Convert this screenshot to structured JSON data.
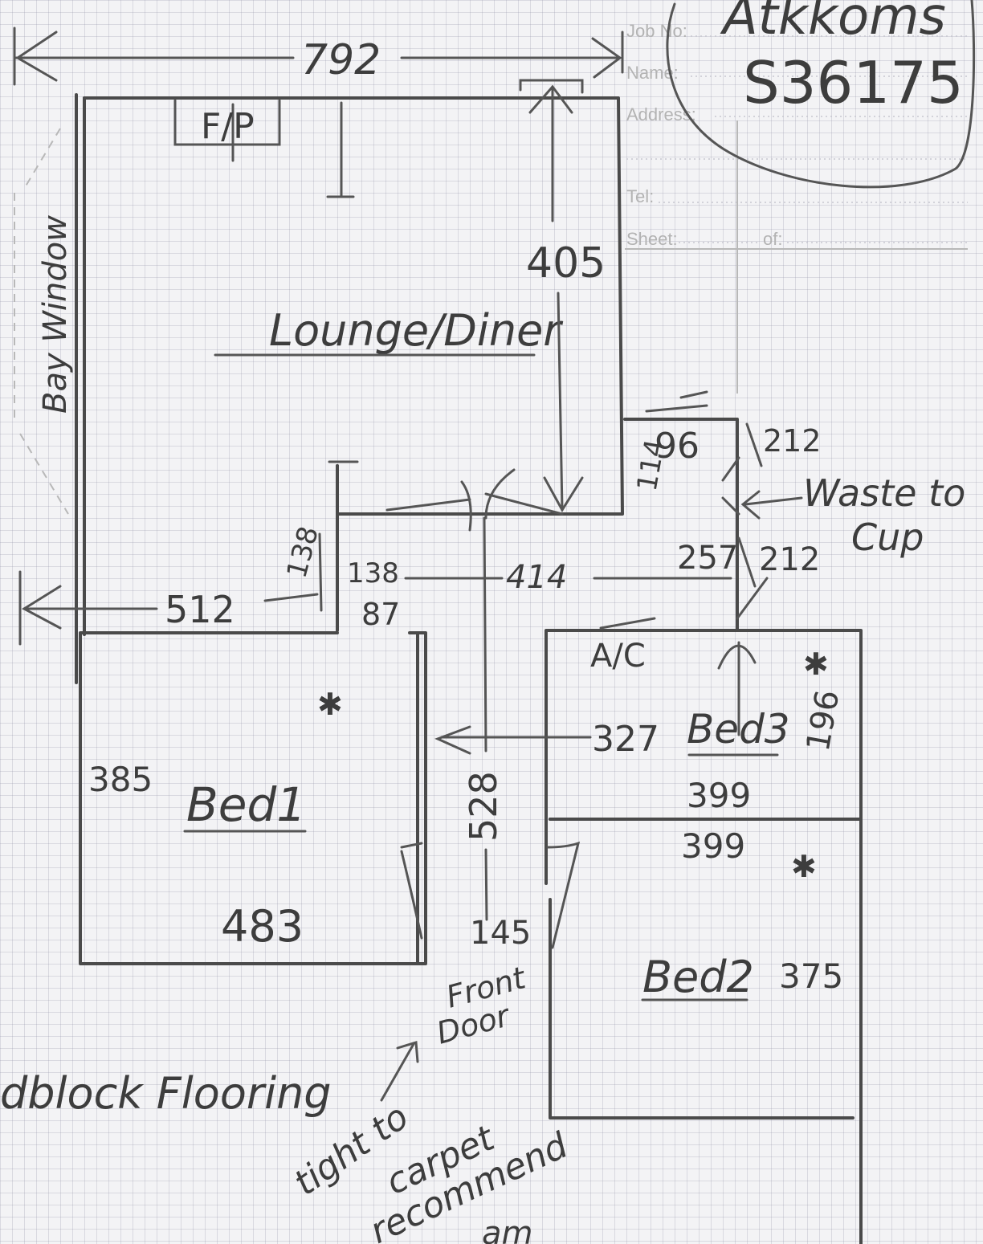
{
  "form_fields": {
    "job_no_label": "Job No:",
    "name_label": "Name:",
    "address_label": "Address:",
    "tel_label": "Tel:",
    "sheet_label": "Sheet:",
    "of_label": "of:"
  },
  "customer": {
    "name_partial": "Atkkoms",
    "reference": "S36175"
  },
  "rooms": {
    "lounge": "Lounge/Diner",
    "bed1": "Bed1",
    "bed2": "Bed2",
    "bed3": "Bed3",
    "fireplace": "F/P",
    "airing_cupboard": "A/C"
  },
  "dimensions": {
    "lounge_width": "792",
    "lounge_depth": "405",
    "left_width": "512",
    "d138a": "138",
    "d138b": "138",
    "d87": "87",
    "hall_width": "414",
    "d114": "114",
    "d96": "96",
    "d212a": "212",
    "d257": "257",
    "d212b": "212",
    "bed1_depth": "385",
    "bed1_width": "483",
    "hall_length": "528",
    "door_width": "145",
    "bed3_span": "327",
    "bed3_depth": "196",
    "bed3_width": "399",
    "bed2_width": "399",
    "bed2_depth": "375"
  },
  "notes": {
    "bay_window": "Bay Window",
    "waste_line1": "Waste to",
    "waste_line2": "Cup",
    "front_line1": "Front",
    "front_line2": "Door",
    "flooring": "dblock Flooring",
    "tight_line1": "tight to",
    "tight_line2": "carpet",
    "recommend": "recommend",
    "partial": "am"
  }
}
